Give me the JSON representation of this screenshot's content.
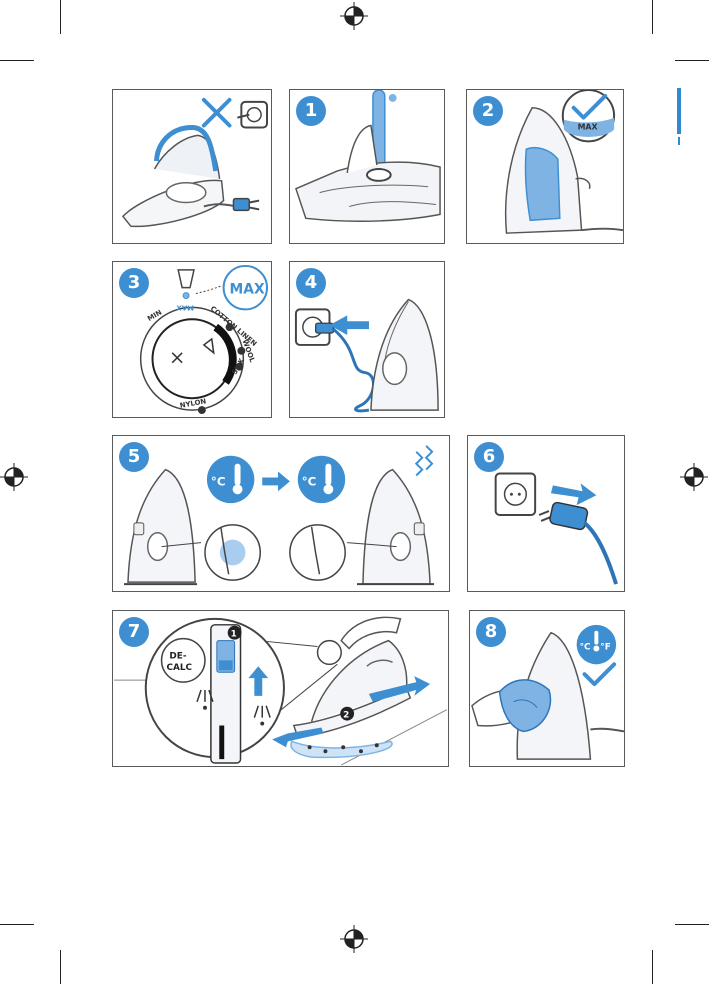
{
  "steps": {
    "s1": "1",
    "s2": "2",
    "s3": "3",
    "s4": "4",
    "s5": "5",
    "s6": "6",
    "s7": "7",
    "s8": "8"
  },
  "panel3": {
    "max_badge": "MAX",
    "max": "MAX",
    "min": "MIN",
    "cotton_linen": "COTTON LINEN",
    "wool": "WOOL",
    "silk": "SILK",
    "nylon": "NYLON"
  },
  "panel2": {
    "max_mark": "MAX"
  },
  "panel5": {
    "unit_left": "°C",
    "unit_right": "°C"
  },
  "panel7": {
    "decalc": "DE-\nCALC",
    "decalc_line1": "DE-",
    "decalc_line2": "CALC",
    "step_a": "1",
    "step_b": "2"
  },
  "panel8": {
    "unit_c": "°C",
    "unit_f": "°F"
  },
  "colors": {
    "accent": "#3d8fd1",
    "line": "#444444",
    "water": "#7fb3e3"
  },
  "icons": {
    "cross": "cross-icon",
    "check": "check-icon",
    "thermometer": "thermometer-icon",
    "plug": "plug-icon",
    "socket": "socket-icon"
  }
}
